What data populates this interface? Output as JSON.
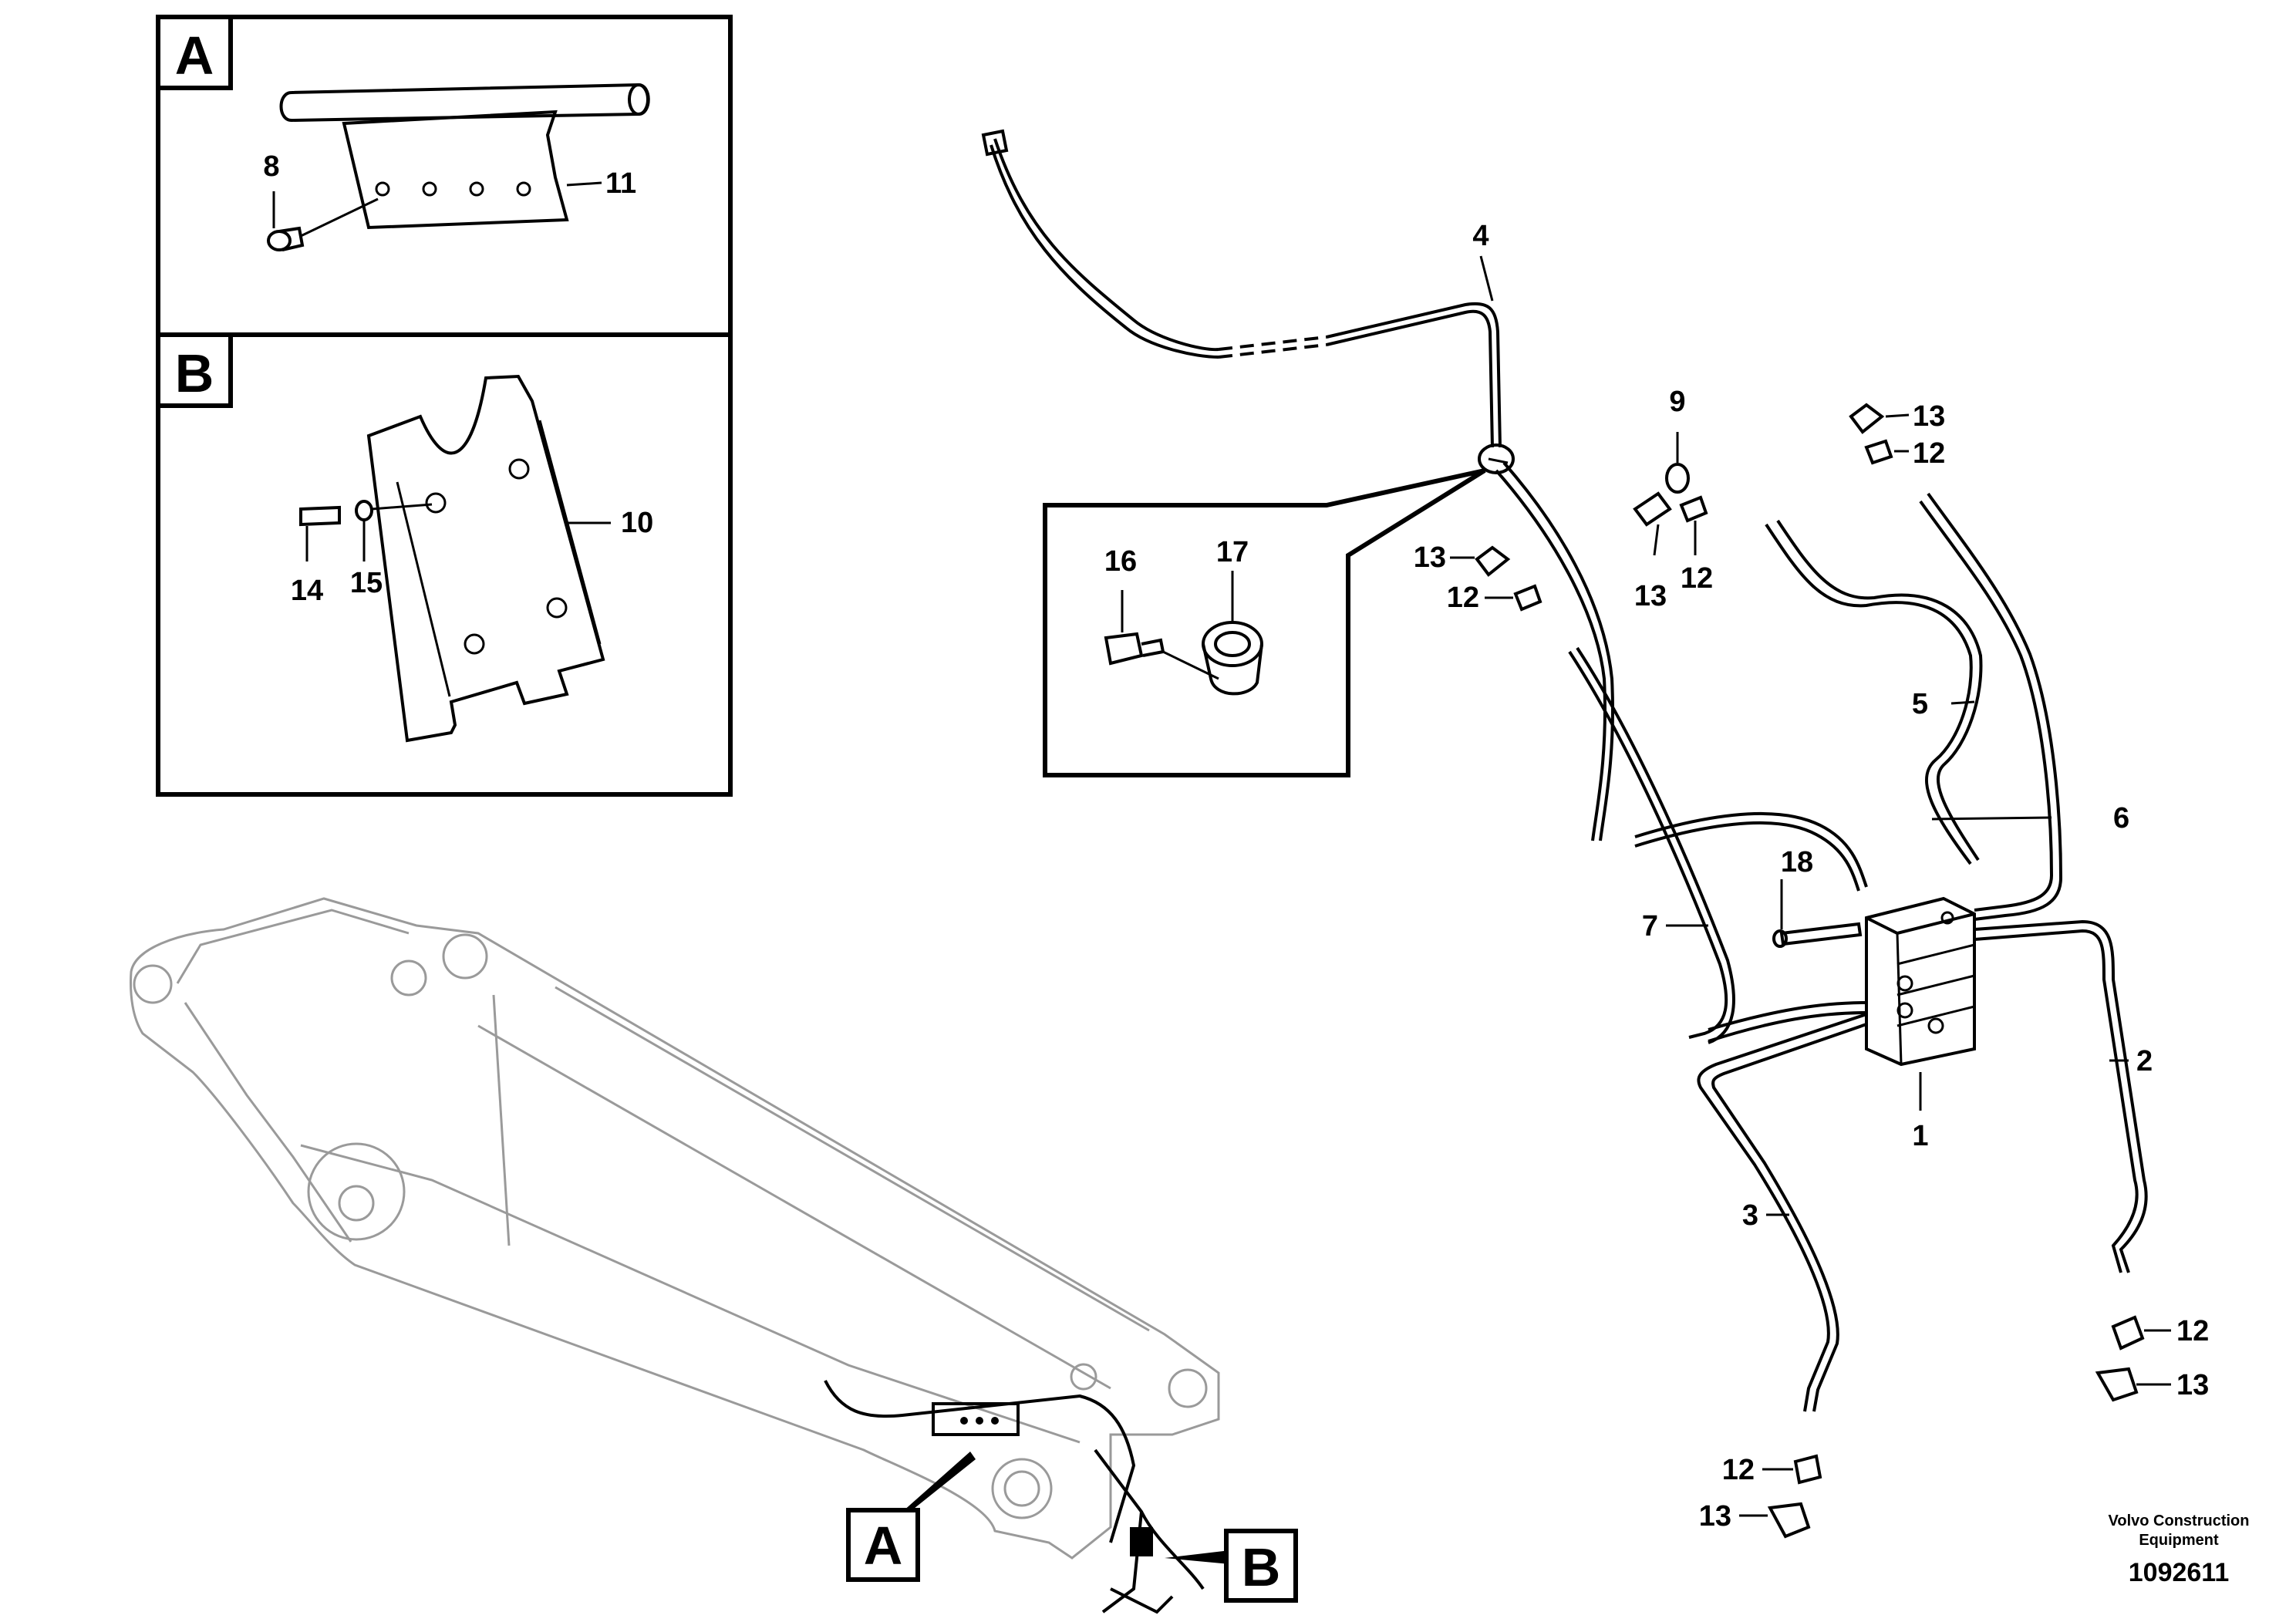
{
  "detail_labels": {
    "a": "A",
    "b": "B"
  },
  "callouts": {
    "c1": "1",
    "c2": "2",
    "c3": "3",
    "c4": "4",
    "c5": "5",
    "c6": "6",
    "c7": "7",
    "c8": "8",
    "c9": "9",
    "c10": "10",
    "c11": "11",
    "c12a": "12",
    "c12b": "12",
    "c12c": "12",
    "c12d": "12",
    "c12e": "12",
    "c13a": "13",
    "c13b": "13",
    "c13c": "13",
    "c13d": "13",
    "c13e": "13",
    "c14": "14",
    "c15": "15",
    "c16": "16",
    "c17": "17",
    "c18": "18"
  },
  "footer": {
    "brand_line1": "Volvo Construction",
    "brand_line2": "Equipment",
    "drawing_number": "1092611"
  }
}
